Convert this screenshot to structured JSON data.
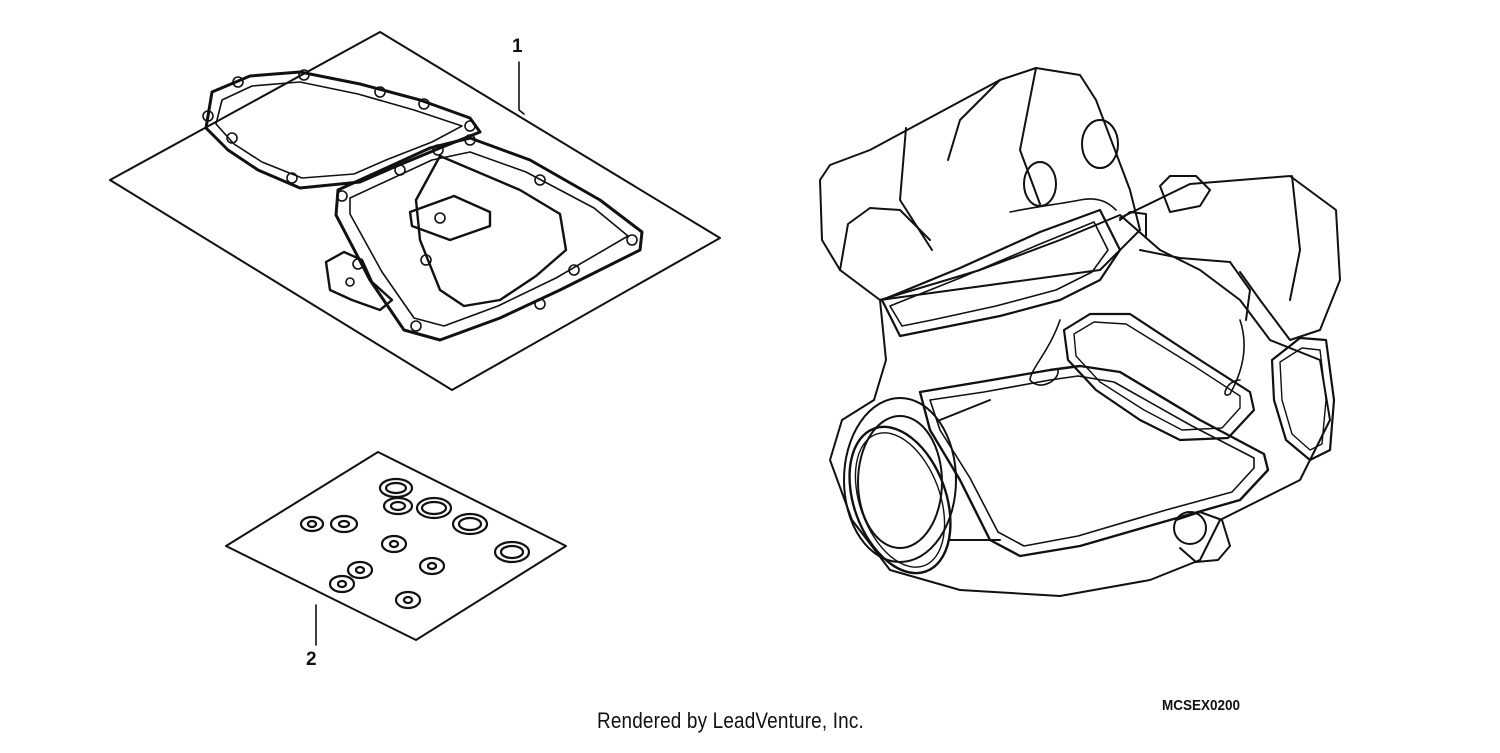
{
  "callouts": [
    {
      "number": "1",
      "part": "gasket-kit-sheet"
    },
    {
      "number": "2",
      "part": "o-ring-kit-sheet"
    }
  ],
  "footer": {
    "text": "Rendered by LeadVenture, Inc."
  },
  "diagram_code": "MCSEX0200",
  "colors": {
    "line": "#111111",
    "background": "#ffffff"
  }
}
